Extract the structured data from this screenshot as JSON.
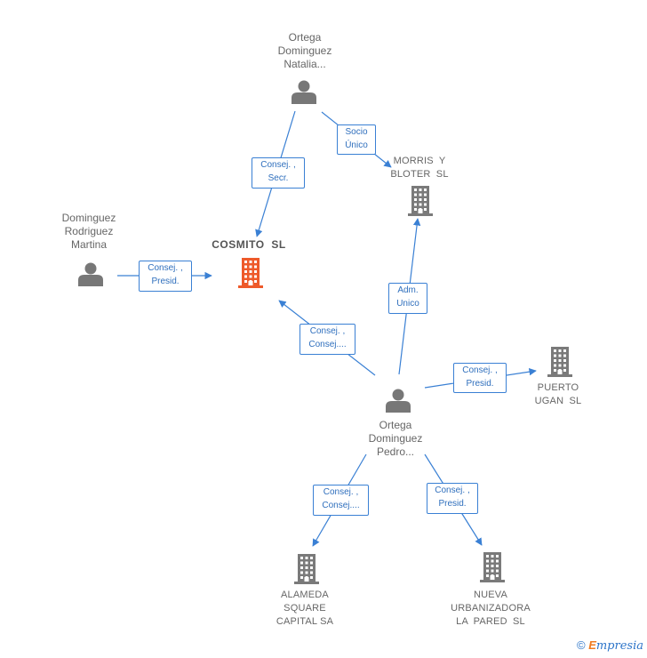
{
  "nodes": {
    "natalia": "Ortega\nDominguez\nNatalia...",
    "martina": "Dominguez\nRodriguez\nMartina",
    "cosmito": "COSMITO SL",
    "morris": "MORRIS Y\nBLOTER SL",
    "pedro": "Ortega\nDominguez\nPedro...",
    "puerto": "PUERTO\nUGAN SL",
    "alameda": "ALAMEDA\nSQUARE\nCAPITAL SA",
    "nueva": "NUEVA\nURBANIZADORA\nLA PARED SL"
  },
  "edges": {
    "natalia_cosmito": "Consej. ,\nSecr.",
    "natalia_morris": "Socio\nÚnico",
    "martina_cosmito": "Consej. ,\nPresid.",
    "pedro_morris": "Adm.\nUnico",
    "pedro_cosmito": "Consej. ,\nConsej....",
    "pedro_puerto": "Consej. ,\nPresid.",
    "pedro_alameda": "Consej. ,\nConsej....",
    "pedro_nueva": "Consej. ,\nPresid."
  },
  "colors": {
    "edge": "#3a80d4",
    "person": "#777777",
    "company": "#7a7a7a",
    "focus_company": "#ee5a2a"
  },
  "footer": {
    "copyright_symbol": "©",
    "brand_first": "E",
    "brand_rest": "mpresia"
  }
}
